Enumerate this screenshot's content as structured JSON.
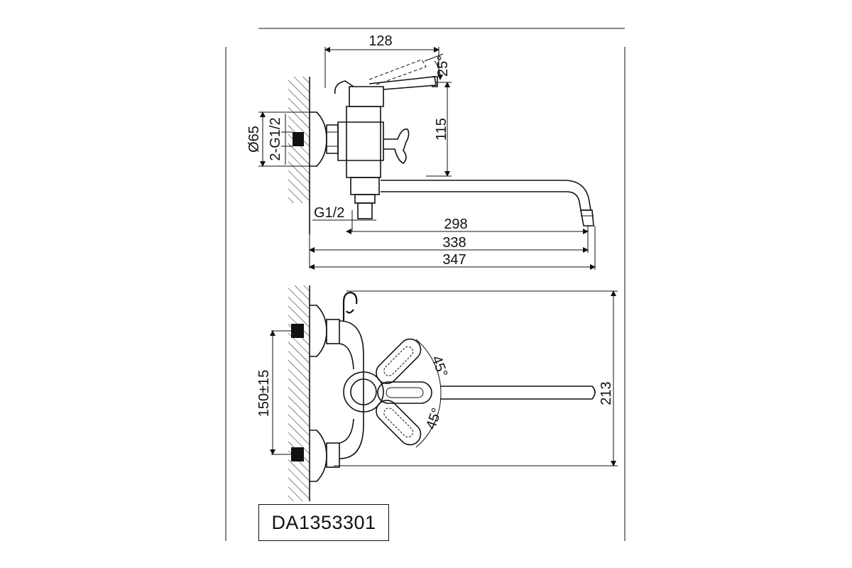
{
  "side_view": {
    "dim_width_top": "128",
    "dim_angle_lever": "25°",
    "dim_height": "115",
    "dim_diameter": "Ø65",
    "dim_inlet_thread": "2-G1/2",
    "dim_outlet_thread": "G1/2",
    "dim_spout_298": "298",
    "dim_spout_338": "338",
    "dim_spout_347": "347"
  },
  "top_view": {
    "dim_centers": "150±15",
    "dim_angle_upper": "45°",
    "dim_angle_lower": "45°",
    "dim_height_213": "213"
  },
  "model_code": "DA1353301"
}
